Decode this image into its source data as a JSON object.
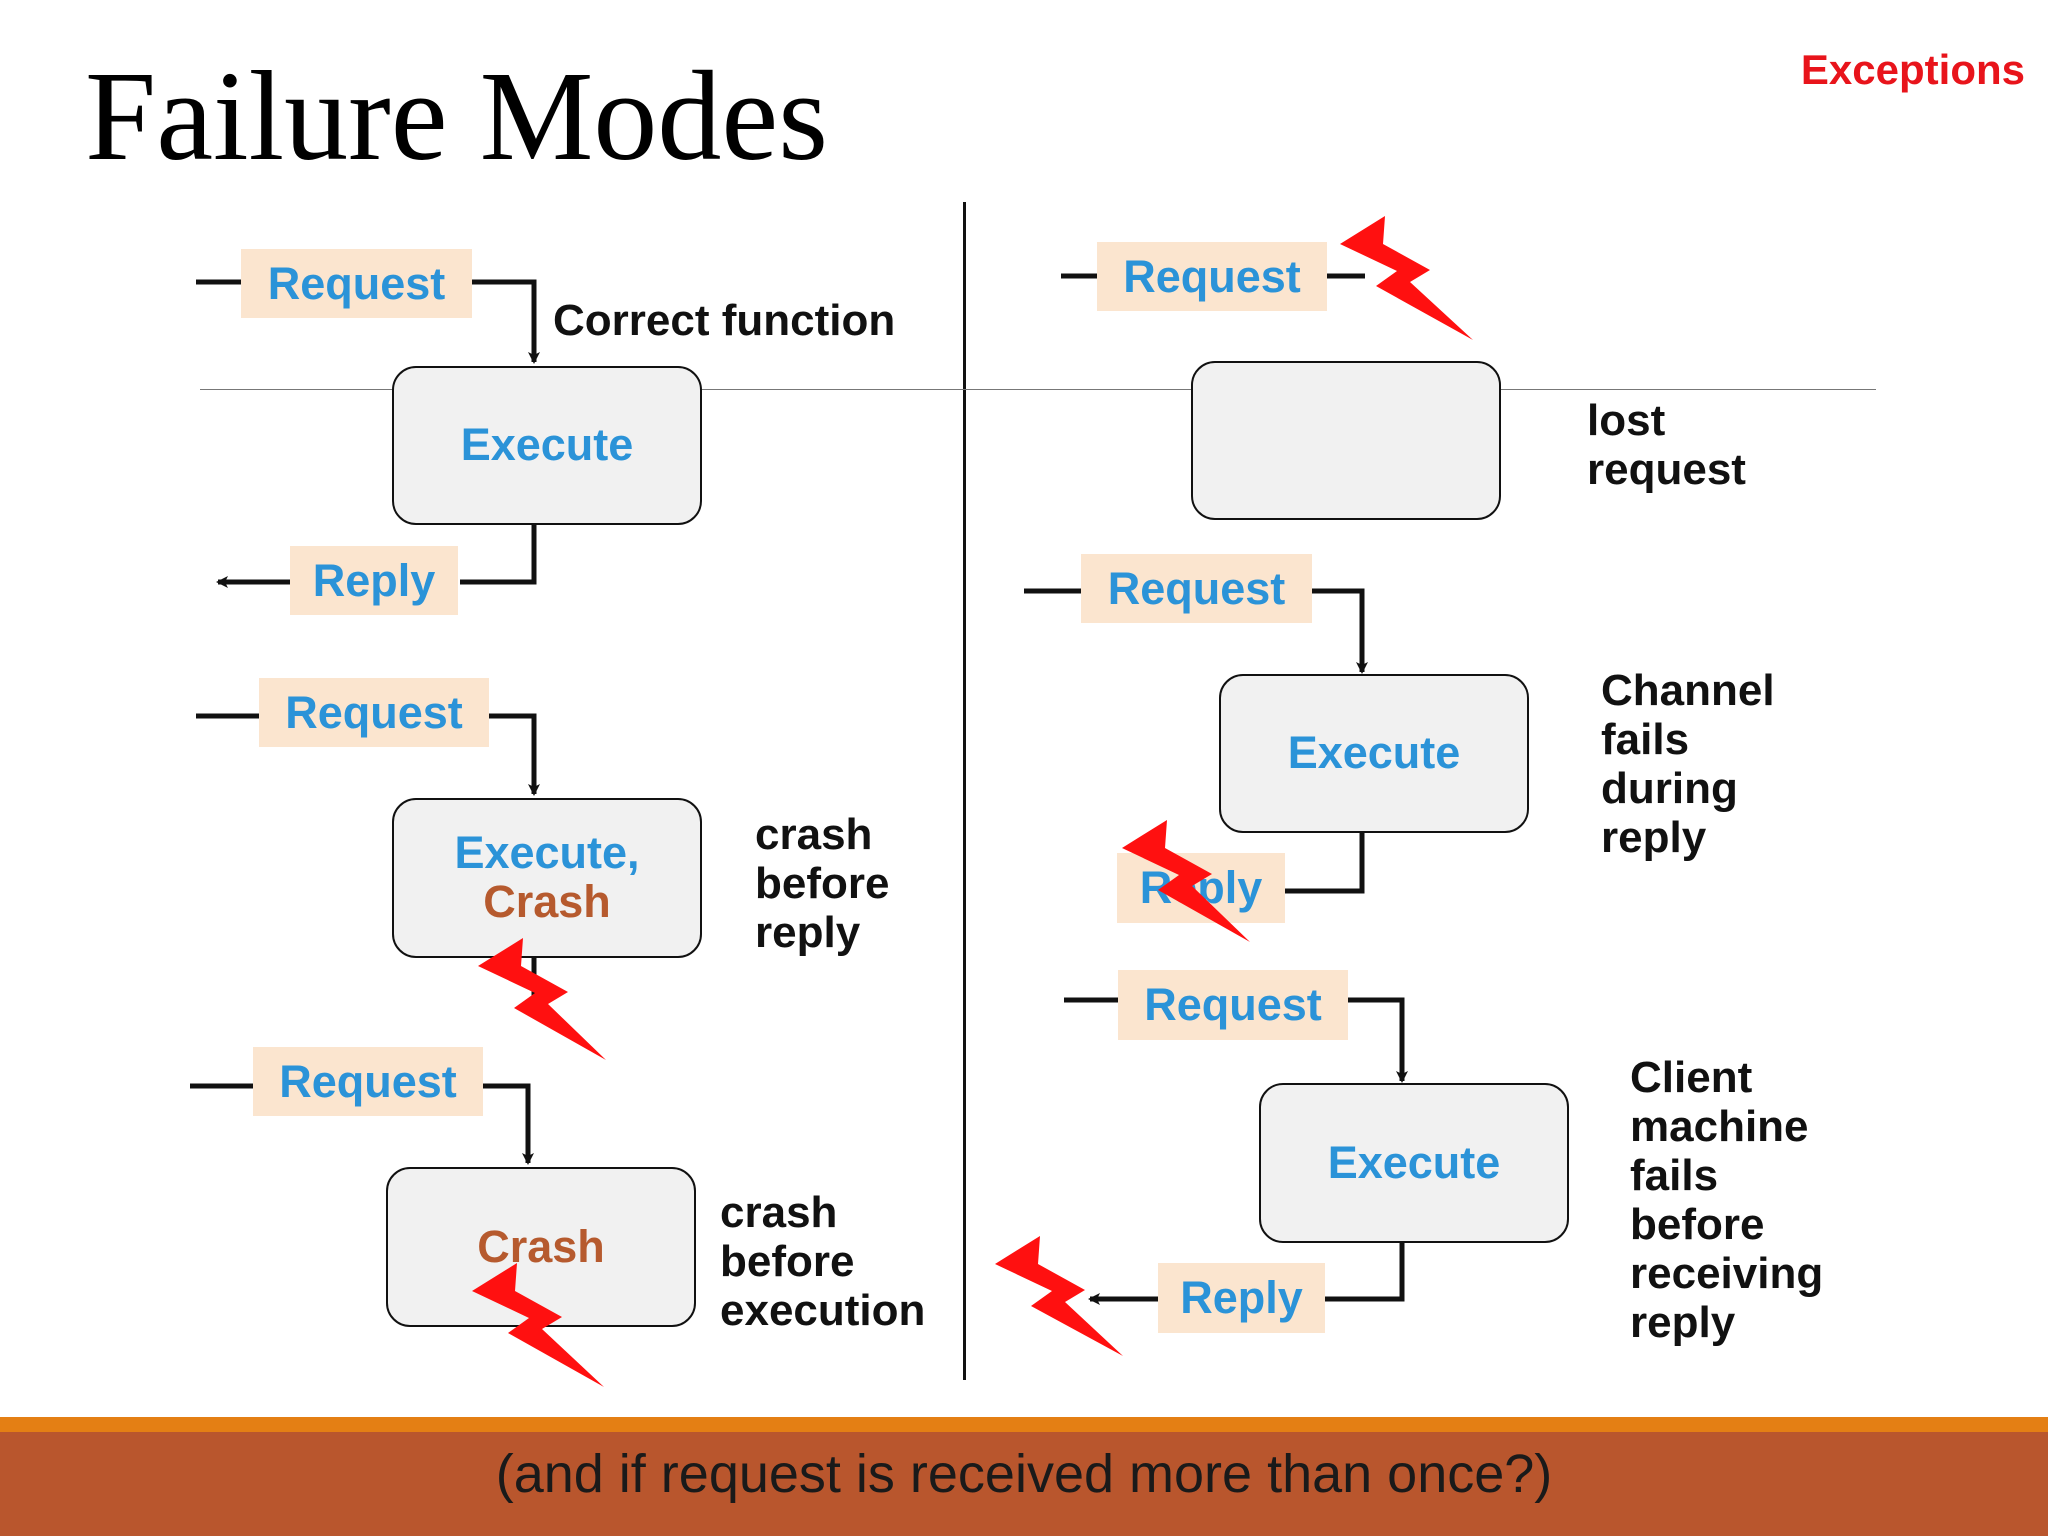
{
  "slide": {
    "title": "Failure Modes",
    "corner_label": "Exceptions",
    "footer": "(and if request is received more than once?)"
  },
  "labels": {
    "request": "Request",
    "reply": "Reply",
    "execute": "Execute",
    "execute_comma": "Execute,",
    "crash": "Crash"
  },
  "notes": {
    "correct": "Correct function",
    "crash_before_reply": [
      "crash",
      "before",
      "reply"
    ],
    "crash_before_execution": [
      "crash",
      "before",
      "execution"
    ],
    "lost_request": [
      "lost",
      "request"
    ],
    "channel_fails": [
      "Channel",
      "fails",
      "during",
      "reply"
    ],
    "client_fails": [
      "Client",
      "machine",
      "fails",
      "before",
      "receiving",
      "reply"
    ]
  },
  "colors": {
    "label_blue": "#2b93d8",
    "crash_rust": "#b65a2e",
    "tag_fill": "#fbe5cf",
    "box_fill": "#f1f1f1",
    "bolt_red": "#ff1010",
    "corner_red": "#e8141b",
    "footer_bar": "#b9562d",
    "footer_stripe": "#e47f14"
  },
  "icons": {
    "bolt": "lightning-bolt-icon",
    "arrowhead": "arrowhead-icon"
  }
}
